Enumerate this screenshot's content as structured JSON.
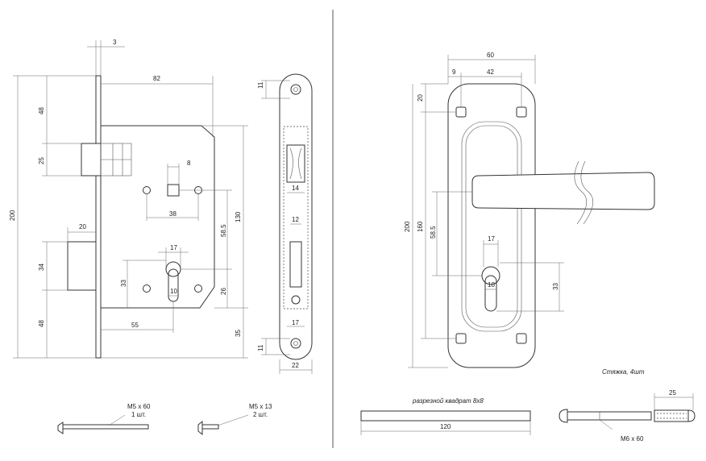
{
  "lock_body": {
    "dims": {
      "faceplate_thickness": "3",
      "backset_depth": "82",
      "latch_offset": "48",
      "latch_height": "25",
      "total_height": "200",
      "bolt_depth": "20",
      "bolt_height": "34",
      "bottom_offset": "48",
      "square_size": "8",
      "fixing_spacing": "38",
      "body_height": "130",
      "center_distance": "58.5",
      "cylinder_width": "17",
      "cylinder_height": "33",
      "cylinder_pin": "10",
      "cylinder_backset": "55",
      "lower_offset": "26",
      "bottom_edge": "35"
    }
  },
  "faceplate": {
    "dims": {
      "top_screw": "11",
      "latch_window": "14",
      "bolt_window": "12",
      "width_inner": "17",
      "width_outer": "22",
      "bottom_screw": "11"
    }
  },
  "screws": {
    "long_label": "M5 x 60",
    "long_qty": "1 шт.",
    "short_label": "M5 x 13",
    "short_qty": "2 шт."
  },
  "handle_plate": {
    "dims": {
      "width": "60",
      "inset": "9",
      "hole_spacing": "42",
      "top_offset": "20",
      "total_height": "200",
      "hole_height": "160",
      "center_distance": "58.5",
      "cylinder_width": "17",
      "cylinder_pin": "10",
      "cylinder_height": "33"
    }
  },
  "spindle": {
    "label": "разрезной квадрат 8х8",
    "length": "120"
  },
  "tie_bolts": {
    "label": "Стяжка, 4шт",
    "length": "25",
    "bolt_label": "M6 x 60"
  }
}
